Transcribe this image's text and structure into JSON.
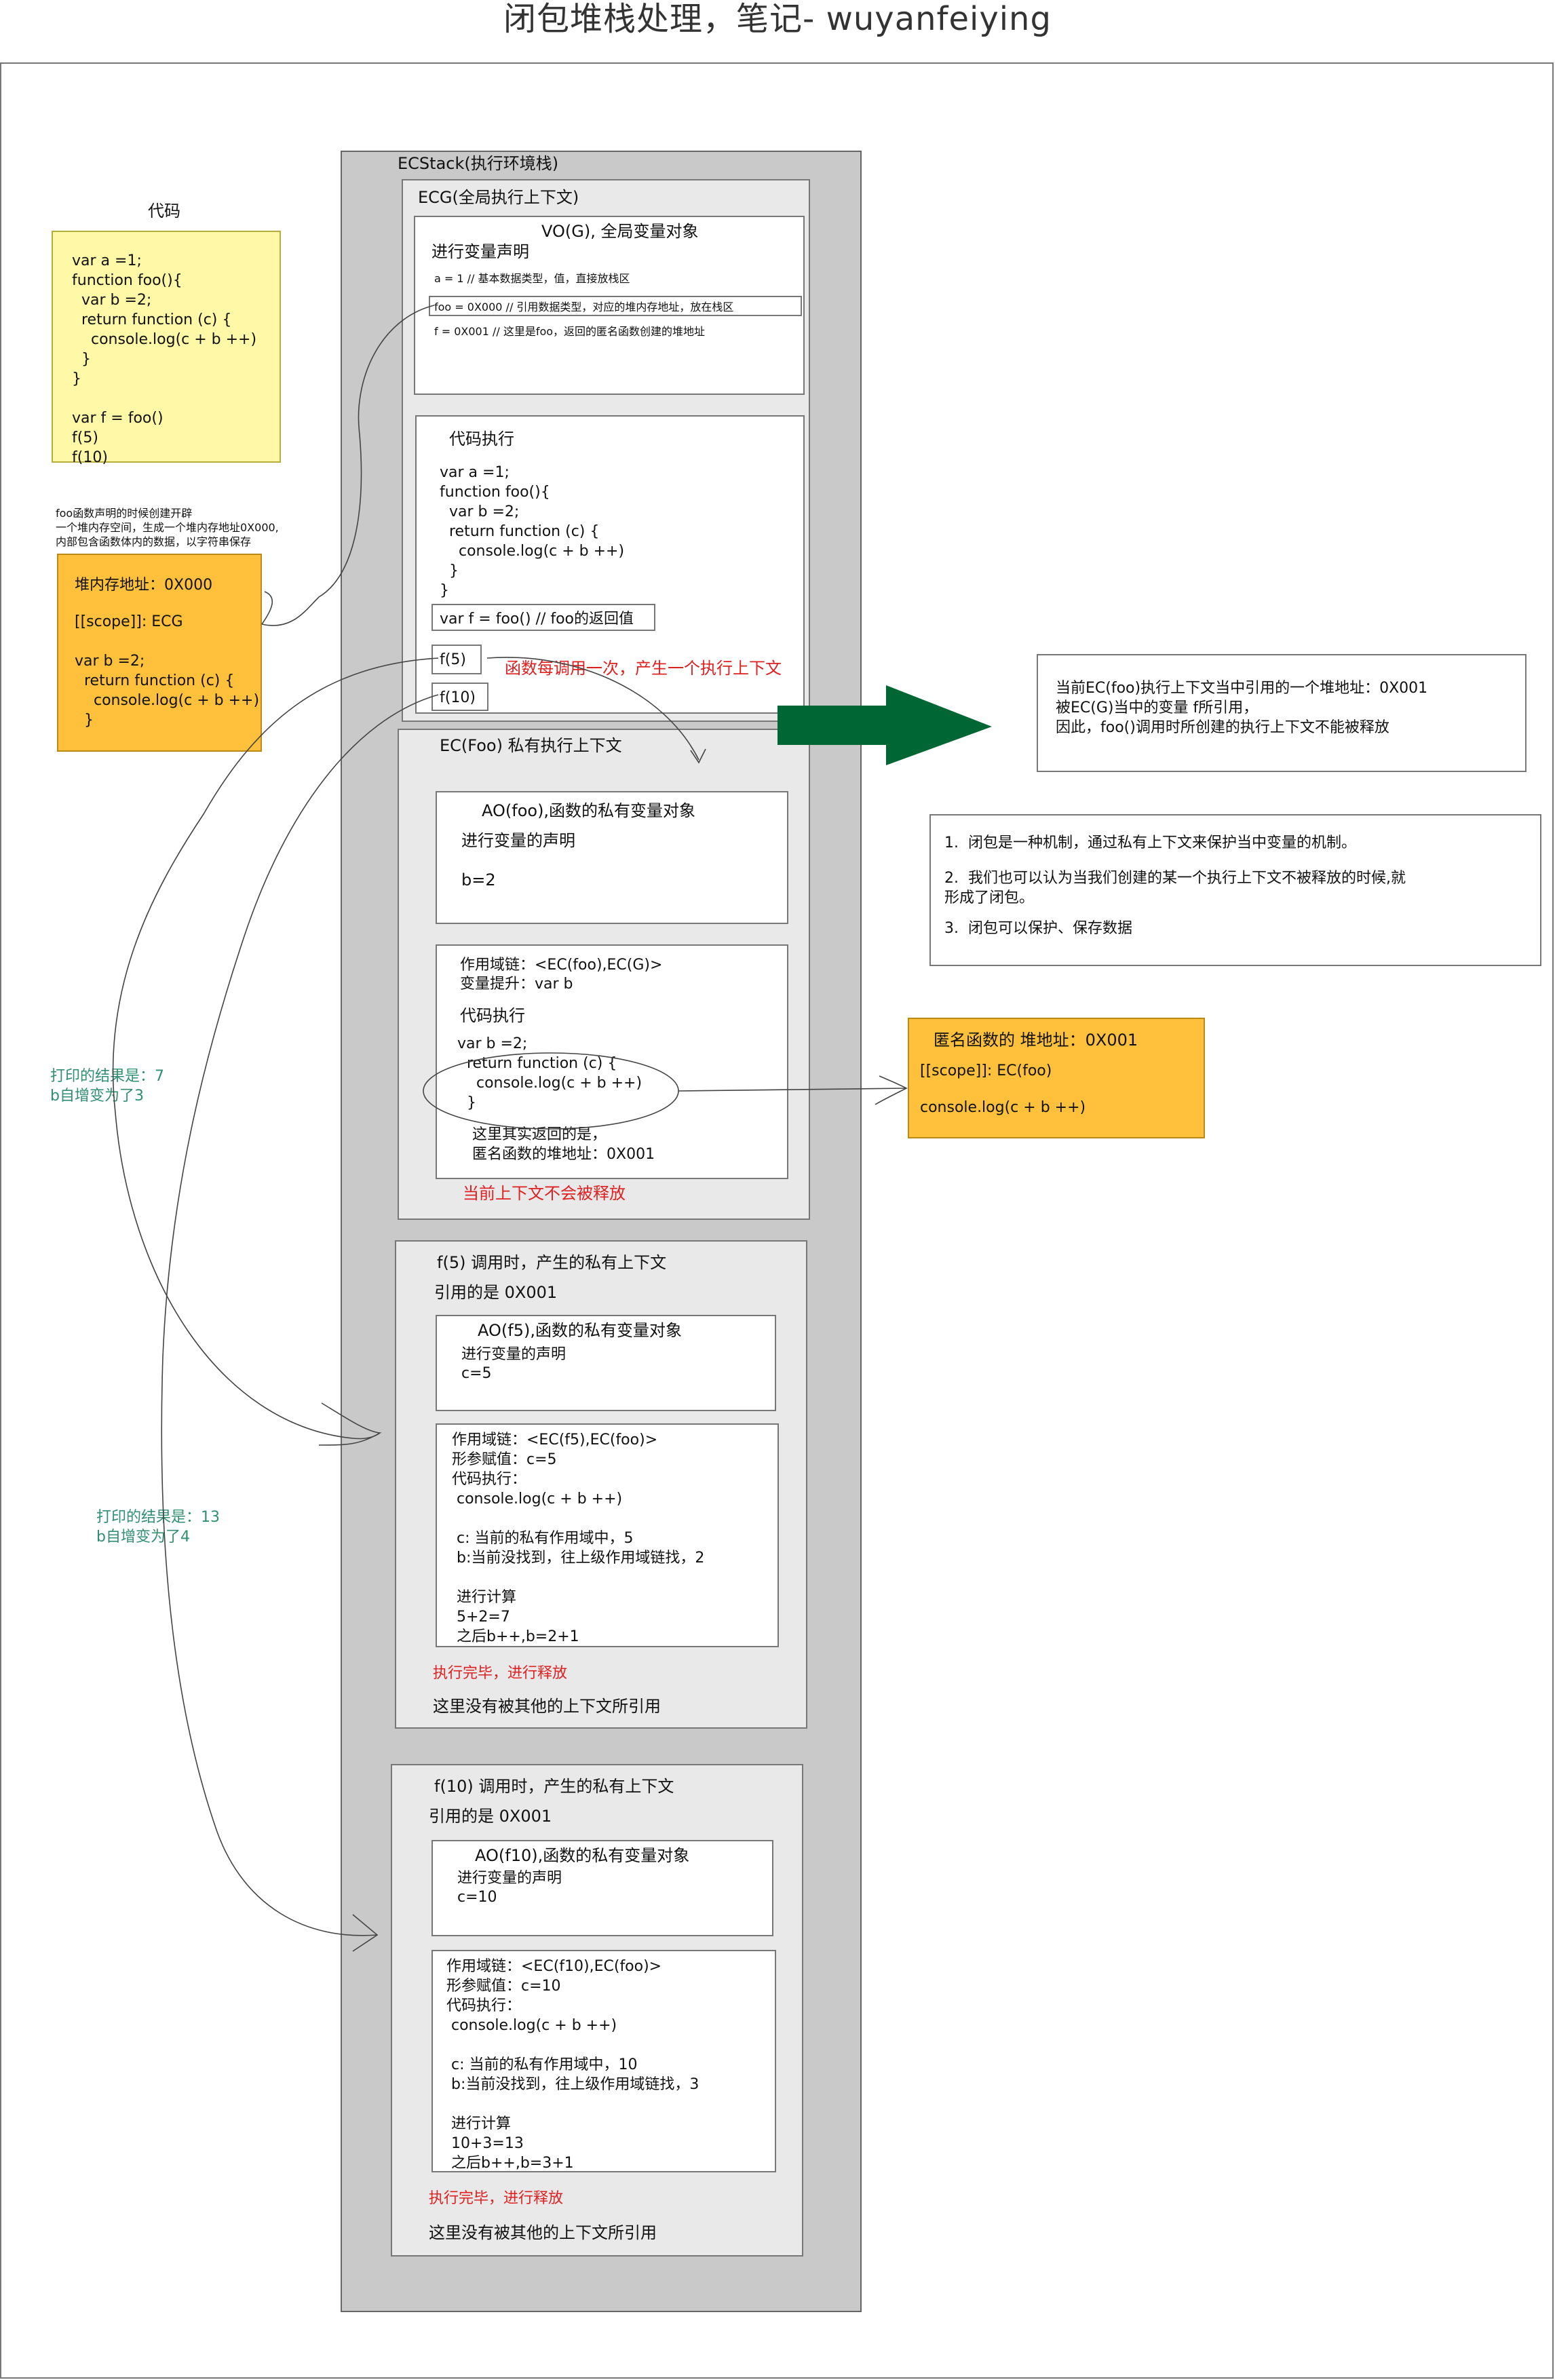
{
  "page_title": "闭包堆栈处理，笔记- wuyanfeiying",
  "code_section": {
    "label": "代码",
    "code": "var a =1;\nfunction foo(){\n  var b =2;\n  return function (c) {\n    console.log(c + b ++)\n  }\n}\n\nvar f = foo()\nf(5)\nf(10)"
  },
  "heap_note": {
    "caption": "foo函数声明的时候创建开辟\n一个堆内存空间，生成一个堆内存地址0X000,\n内部包含函数体内的数据，以字符串保存",
    "address": "堆内存地址：0X000",
    "scope": "[[scope]]: ECG",
    "body": "var b =2;\n  return function (c) {\n    console.log(c + b ++)\n  }"
  },
  "ecstack": {
    "label": "ECStack(执行环境栈)",
    "ecg": {
      "label": "ECG(全局执行上下文)",
      "vo": {
        "title": "VO(G), 全局变量对象",
        "declare": "进行变量声明",
        "line_a": "a = 1 // 基本数据类型，值，直接放栈区",
        "line_foo": "foo = 0X000 // 引用数据类型，对应的堆内存地址，放在栈区",
        "line_f": "f = 0X001 // 这里是foo，返回的匿名函数创建的堆地址"
      },
      "exec": {
        "title": "代码执行",
        "code": "var a =1;\nfunction foo(){\n  var b =2;\n  return function (c) {\n    console.log(c + b ++)\n  }\n}",
        "var_f": "var f = foo() // foo的返回值",
        "call_f5": "f(5)",
        "call_f10": "f(10)"
      },
      "call_note": "函数每调用一次，产生一个执行上下文"
    },
    "ec_foo": {
      "label": "EC(Foo) 私有执行上下文",
      "ao": {
        "title": "AO(foo),函数的私有变量对象",
        "declare": "进行变量的声明",
        "value": "b=2"
      },
      "exec": {
        "scope_chain": "作用域链：<EC(foo),EC(G)>",
        "hoisting": "变量提升：var b",
        "exec_label": "代码执行",
        "code": "var b =2;\n  return function (c) {\n    console.log(c + b ++)\n  }",
        "return_note": "这里其实返回的是，\n匿名函数的堆地址：0X001"
      },
      "not_released": "当前上下文不会被释放"
    },
    "ec_f5": {
      "label": "f(5) 调用时，产生的私有上下文",
      "ref": "引用的是 0X001",
      "ao": {
        "title": "AO(f5),函数的私有变量对象",
        "declare": "进行变量的声明",
        "value": "c=5"
      },
      "exec": {
        "text": "作用域链：<EC(f5),EC(foo)>\n形参赋值：c=5\n代码执行：\n console.log(c + b ++)\n\n c: 当前的私有作用域中，5\n b:当前没找到，往上级作用域链找，2\n\n 进行计算\n 5+2=7\n 之后b++,b=2+1"
      },
      "released": "执行完毕，进行释放",
      "no_ref": "这里没有被其他的上下文所引用"
    },
    "ec_f10": {
      "label": "f(10) 调用时，产生的私有上下文",
      "ref": "引用的是 0X001",
      "ao": {
        "title": "AO(f10),函数的私有变量对象",
        "declare": "进行变量的声明",
        "value": "c=10"
      },
      "exec": {
        "text": "作用域链：<EC(f10),EC(foo)>\n形参赋值：c=10\n代码执行：\n console.log(c + b ++)\n\n c: 当前的私有作用域中，10\n b:当前没找到，往上级作用域链找，3\n\n 进行计算\n 10+3=13\n 之后b++,b=3+1"
      },
      "released": "执行完毕，进行释放",
      "no_ref": "这里没有被其他的上下文所引用"
    }
  },
  "explanation": "当前EC(foo)执行上下文当中引用的一个堆地址：0X001\n被EC(G)当中的变量 f所引用，\n因此，foo()调用时所创建的执行上下文不能被释放",
  "closure_points": [
    "1.  闭包是一种机制，通过私有上下文来保护当中变量的机制。",
    "2.  我们也可以认为当我们创建的某一个执行上下文不被释放的时候,就\n形成了闭包。",
    "3.  闭包可以保护、保存数据"
  ],
  "anon_heap": {
    "address": "匿名函数的 堆地址：0X001",
    "scope": "[[scope]]: EC(foo)",
    "body": "console.log(c + b ++)"
  },
  "print_results": {
    "first": "打印的结果是：7\nb自增变为了3",
    "second": "打印的结果是：13\nb自增变为了4"
  },
  "colors": {
    "arrow_green": "#006633",
    "note_red": "#e02020",
    "note_green": "#2f8f6f",
    "yellow_box": "#fff8a6",
    "orange_box": "#ffc13b"
  }
}
